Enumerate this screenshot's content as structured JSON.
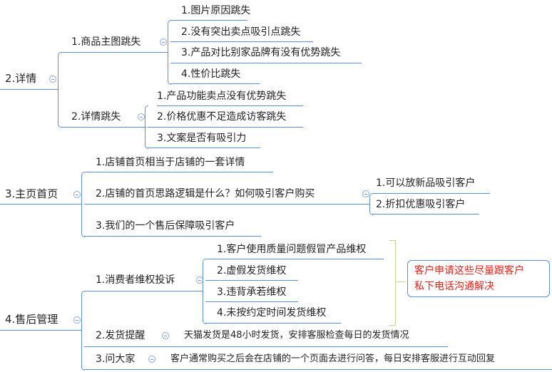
{
  "mindmap": {
    "sections": [
      {
        "label": "2.详情",
        "children": [
          {
            "label": "1.商品主图跳失",
            "children": [
              "1.图片原因跳失",
              "2.没有突出卖点吸引点跳失",
              "3.产品对比别家品牌有没有优势跳失",
              "4.性价比跳失"
            ]
          },
          {
            "label": "2.详情跳失",
            "children": [
              "1.产品功能卖点没有优势跳失",
              "2.价格优惠不足造成访客跳失",
              "3.文案是否有吸引力"
            ]
          }
        ]
      },
      {
        "label": "3.主页首页",
        "children": [
          {
            "label": "1.店铺首页相当于店铺的一套详情"
          },
          {
            "label": "2.店铺的首页思路逻辑是什么？如何吸引客户购买",
            "children": [
              "1.可以放新品吸引客户",
              "2.折扣优惠吸引客户"
            ]
          },
          {
            "label": "3.我们的一个售后保障吸引客户"
          }
        ]
      },
      {
        "label": "4.售后管理",
        "children": [
          {
            "label": "1.消费者维权投诉",
            "children": [
              "1.客户使用质量问题假冒产品维权",
              "2.虚假发货维权",
              "3.违背承若维权",
              "4.未按约定时间发货维权"
            ],
            "summary": "客户申请这些尽量跟客户私下电话沟通解决",
            "summary_lines": [
              "客户申请这些尽量跟客户",
              "私下电话沟通解决"
            ]
          },
          {
            "label": "2.发货提醒",
            "children": [
              "天猫发货是48小时发货，安排客服检查每日的发货情况"
            ]
          },
          {
            "label": "3.问大家",
            "children": [
              "客户通常购买之后会在店铺的一个页面去进行问答，每日安排客服进行互动回复"
            ]
          }
        ]
      }
    ]
  },
  "colors": {
    "branch_line": "#5b8fd6",
    "summary_bracket": "#c4d39b",
    "summary_text": "#e2231a"
  }
}
